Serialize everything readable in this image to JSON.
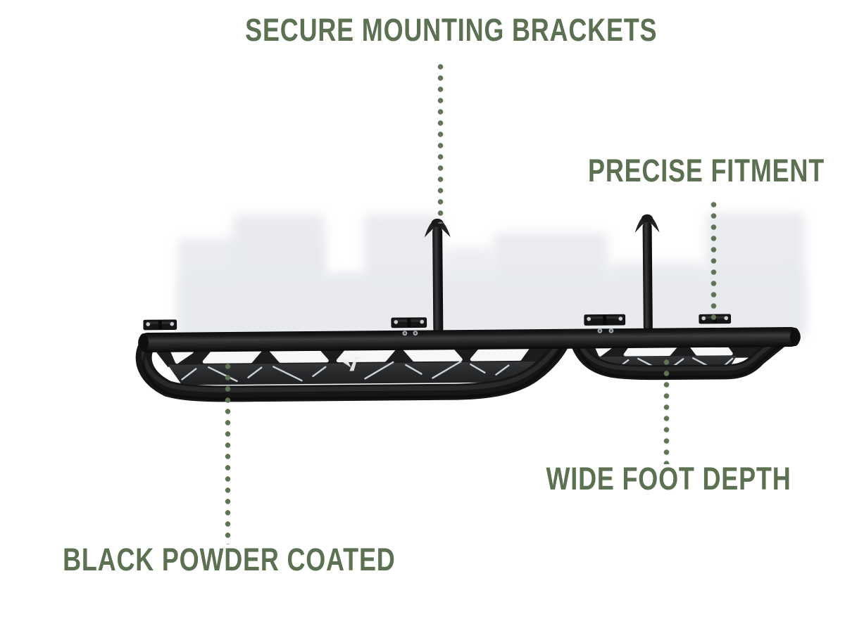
{
  "canvas": {
    "background": "#ffffff"
  },
  "colors": {
    "accent_green": "#5c7052",
    "leader_dot_green": "#5f7355",
    "product_black": "#1a1a1b",
    "tread_slash_gray": "#ccd1d6",
    "backdrop_gray": "#e8eaee",
    "logo_white": "#eef0f1"
  },
  "callouts": [
    {
      "id": "secure-mounting-brackets",
      "label": "SECURE MOUNTING BRACKETS",
      "position": "top-center"
    },
    {
      "id": "precise-fitment",
      "label": "PRECISE FITMENT",
      "position": "top-right"
    },
    {
      "id": "wide-foot-depth",
      "label": "WIDE FOOT DEPTH",
      "position": "bottom-right"
    },
    {
      "id": "black-powder-coated",
      "label": "BLACK POWDER COATED",
      "position": "bottom-left"
    }
  ],
  "product": {
    "description": "black powder coated side step rail with two step treads, four mounting brackets and two vertical mounting posts",
    "brand_logo_icon": "stylized-v-emblem"
  }
}
